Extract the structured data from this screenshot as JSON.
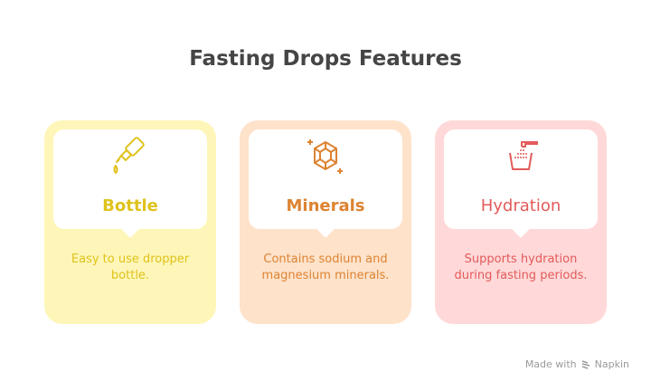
{
  "title": "Fasting Drops Features",
  "cards": [
    {
      "title": "Bottle",
      "description": "Easy to use dropper bottle.",
      "icon": "dropper-bottle-icon",
      "bg": "#FEF6B8",
      "color": "#DFC21C"
    },
    {
      "title": "Minerals",
      "description": "Contains sodium and magnesium minerals.",
      "icon": "gem-icon",
      "bg": "#FEE2CA",
      "color": "#DD8332"
    },
    {
      "title": "Hydration",
      "description": "Supports hydration during fasting periods.",
      "icon": "water-glass-icon",
      "bg": "#FFD9D9",
      "color": "#E35A5A"
    }
  ],
  "footer": {
    "made_with": "Made with",
    "brand": "Napkin"
  }
}
